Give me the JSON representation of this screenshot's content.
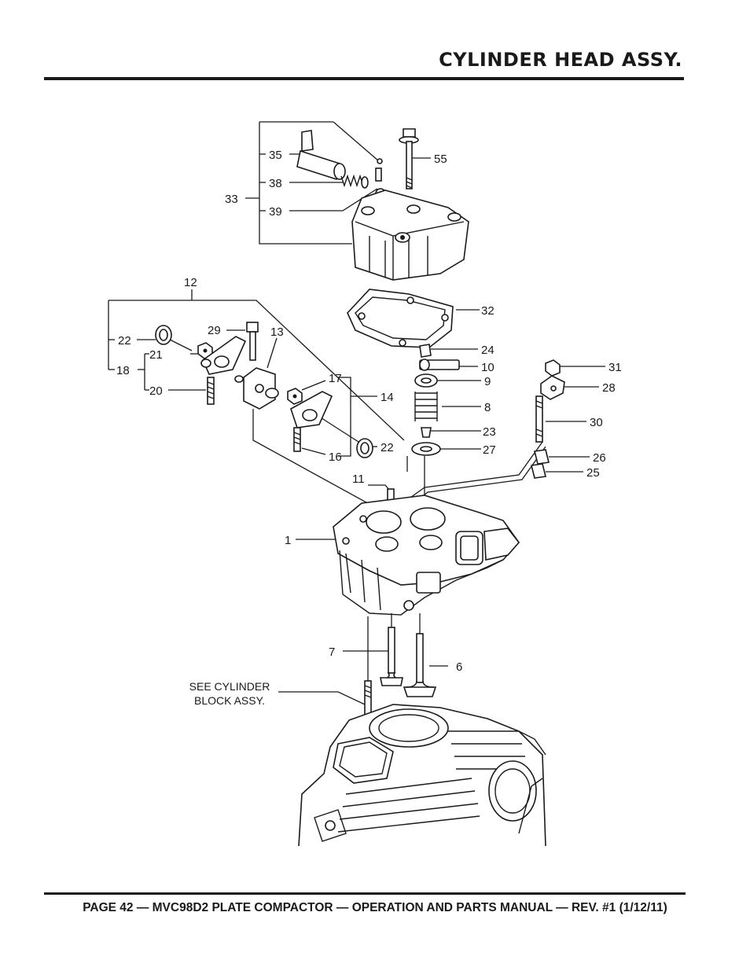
{
  "header": {
    "title": "CYLINDER HEAD ASSY."
  },
  "footer": {
    "text": "PAGE 42 — MVC98D2 PLATE COMPACTOR — OPERATION AND PARTS MANUAL — REV. #1 (1/12/11)"
  },
  "diagram": {
    "callouts": {
      "c1": "1",
      "c6": "6",
      "c7": "7",
      "c8": "8",
      "c9": "9",
      "c10": "10",
      "c11": "11",
      "c12": "12",
      "c13": "13",
      "c14": "14",
      "c16": "16",
      "c17": "17",
      "c18": "18",
      "c20": "20",
      "c21": "21",
      "c22a": "22",
      "c22b": "22",
      "c23": "23",
      "c24": "24",
      "c25": "25",
      "c26": "26",
      "c27": "27",
      "c28": "28",
      "c29": "29",
      "c30": "30",
      "c31": "31",
      "c32": "32",
      "c33": "33",
      "c35": "35",
      "c38": "38",
      "c39": "39",
      "c55": "55"
    },
    "note_line1": "SEE CYLINDER",
    "note_line2": "BLOCK ASSY."
  }
}
